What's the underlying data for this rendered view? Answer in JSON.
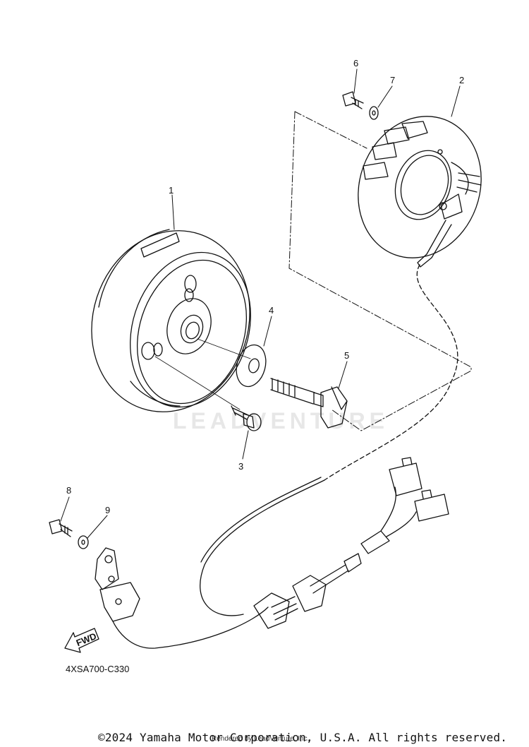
{
  "diagram": {
    "code": "4XSA700-C330",
    "fwd_label": "FWD",
    "callouts": [
      "1",
      "2",
      "3",
      "4",
      "5",
      "6",
      "7",
      "8",
      "9"
    ]
  },
  "footer": {
    "copyright": "©2024 Yamaha Motor Corporation, U.S.A. All rights reserved.",
    "rendered_by": "Rendered by LeadVenture, Inc."
  },
  "watermark": "LEADVENTURE"
}
